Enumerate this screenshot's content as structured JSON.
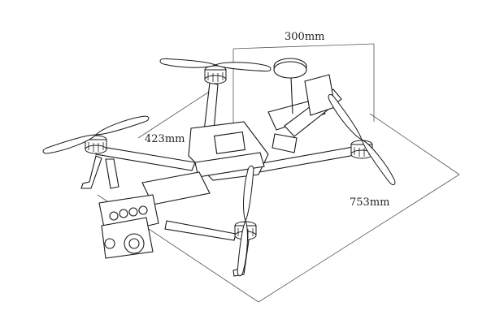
{
  "dimensions": {
    "motor_spacing": "300mm",
    "arm_length": "423mm",
    "diagonal": "753mm"
  },
  "colors": {
    "line": "#1a1a1a",
    "dimension_line": "#555555",
    "background": "#ffffff"
  }
}
